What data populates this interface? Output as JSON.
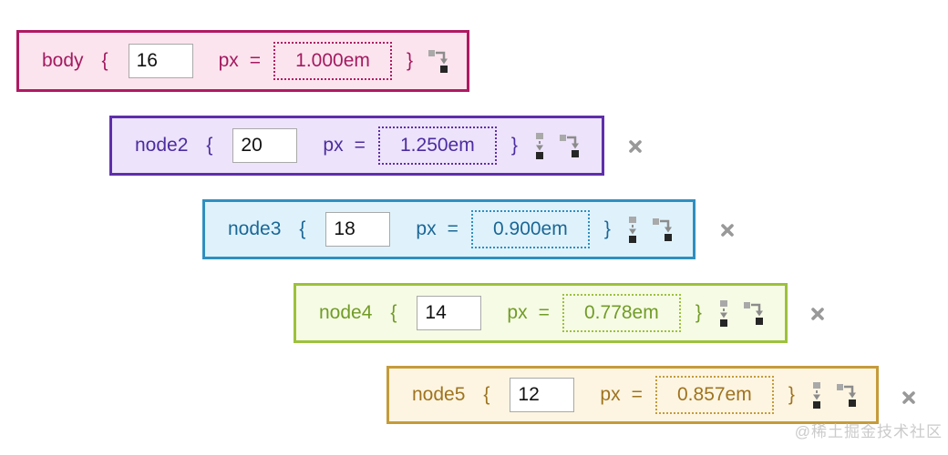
{
  "app": {
    "watermark": "@稀土掘金技术社区"
  },
  "syntax": {
    "open_brace": "{",
    "close_brace": "}",
    "px_label": "px",
    "equals": "="
  },
  "icons": {
    "add_sibling": "add-sibling-icon",
    "add_child": "add-child-icon",
    "close": "close-icon",
    "icon_light": "#a9a9a9",
    "icon_mid": "#8c8c8c",
    "icon_dark": "#262626",
    "close_color": "#999999"
  },
  "input_style": {
    "border_color": "#a9a9a9",
    "text_color": "#111111"
  },
  "nodes": [
    {
      "name": "body",
      "px_value": "16",
      "em_value": "1.000em",
      "closable": false,
      "border": "#b01963",
      "background": "#fce4ee",
      "text": "#a31a60"
    },
    {
      "name": "node2",
      "px_value": "20",
      "em_value": "1.250em",
      "closable": true,
      "border": "#5f2eaa",
      "background": "#ede3fa",
      "text": "#4b2da0"
    },
    {
      "name": "node3",
      "px_value": "18",
      "em_value": "0.900em",
      "closable": true,
      "border": "#2f8fc0",
      "background": "#dff2fc",
      "text": "#1b6795"
    },
    {
      "name": "node4",
      "px_value": "14",
      "em_value": "0.778em",
      "closable": true,
      "border": "#9cc13c",
      "background": "#f6fbe5",
      "text": "#719c27"
    },
    {
      "name": "node5",
      "px_value": "12",
      "em_value": "0.857em",
      "closable": true,
      "border": "#c59b3a",
      "background": "#fdf5e2",
      "text": "#9e731f"
    }
  ]
}
